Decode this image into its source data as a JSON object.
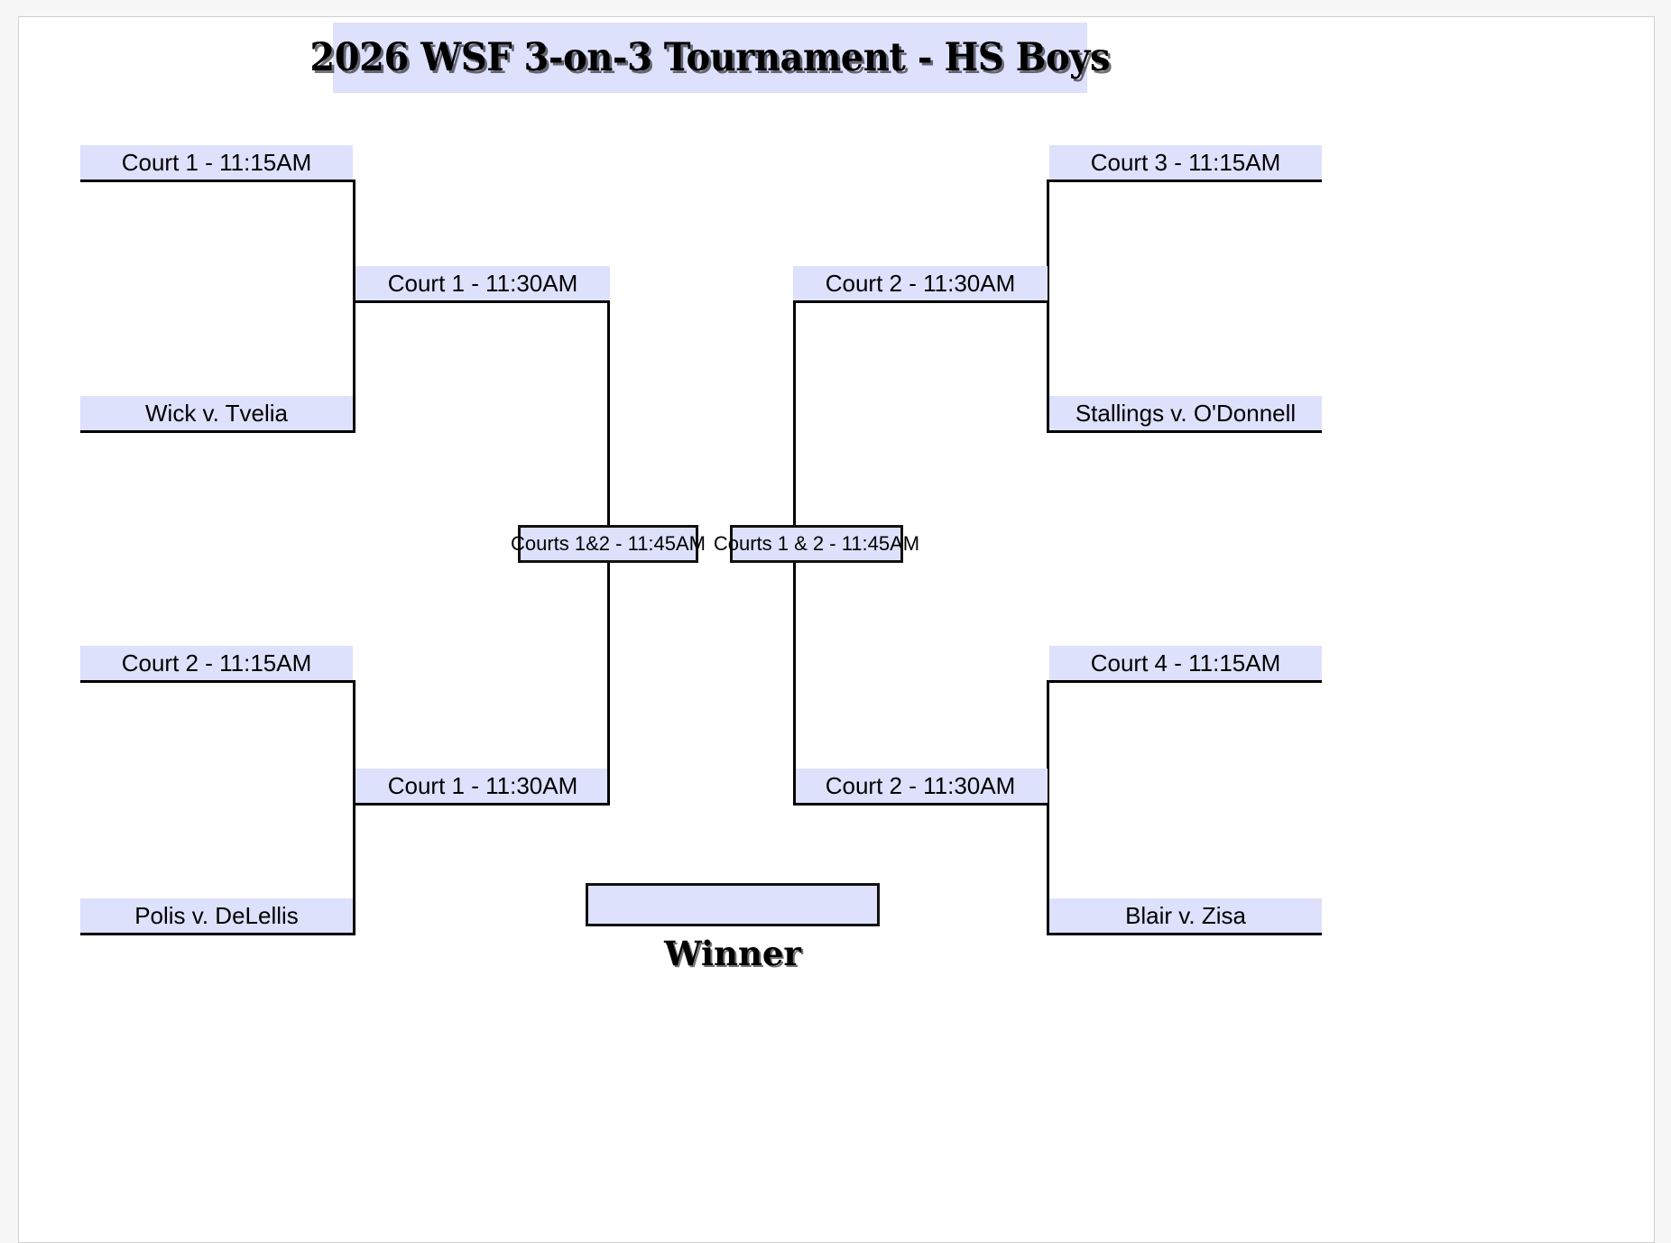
{
  "document": {
    "title": "2026 WSF 3-on-3 Tournament - HS Boys"
  },
  "bracket": {
    "type": "single-elimination",
    "rounds": 3,
    "colors": {
      "label_fill": "#dde1fb",
      "line": "#000000",
      "page_background": "#f7f7f7",
      "sheet_background": "#ffffff"
    },
    "left": {
      "round1": [
        {
          "label": "Court 1 - 11:15AM",
          "matchup": "Wick v. Tvelia"
        },
        {
          "label": "Court 2 - 11:15AM",
          "matchup": "Polis v. DeLellis"
        }
      ],
      "round2": [
        {
          "label": "Court 1 - 11:30AM"
        },
        {
          "label": "Court 1 - 11:30AM"
        }
      ],
      "semifinal": {
        "label": "Courts 1&2 - 11:45AM"
      }
    },
    "right": {
      "round1": [
        {
          "label": "Court 3 - 11:15AM",
          "matchup": "Stallings v. O'Donnell"
        },
        {
          "label": "Court 4 - 11:15AM",
          "matchup": "Blair v. Zisa"
        }
      ],
      "round2": [
        {
          "label": "Court 2 - 11:30AM"
        },
        {
          "label": "Court 2 - 11:30AM"
        }
      ],
      "semifinal": {
        "label": "Courts 1 & 2 - 11:45AM"
      }
    },
    "final": {
      "winner_label": "Winner",
      "winner_value": ""
    }
  }
}
